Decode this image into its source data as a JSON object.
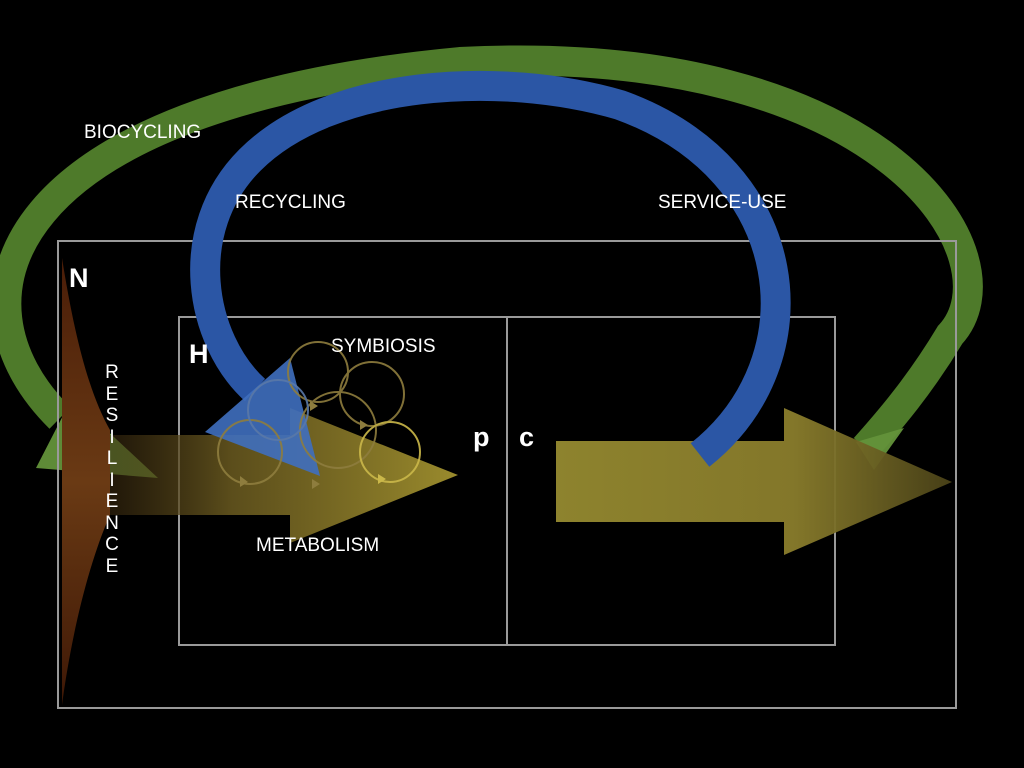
{
  "labels": {
    "biocycling": "BIOCYCLING",
    "recycling": "RECYCLING",
    "service_use": "SERVICE-USE",
    "symbiosis": "SYMBIOSIS",
    "metabolism": "METABOLISM",
    "n": "N",
    "h": "H",
    "p": "p",
    "c": "c",
    "resilience_letters": [
      "R",
      "E",
      "S",
      "I",
      "L",
      "I",
      "E",
      "N",
      "C",
      "E"
    ]
  },
  "colors": {
    "background": "#000000",
    "biocycling_green": "#4E7A2A",
    "recycling_blue": "#2B56A5",
    "flow_olive": "#9A8A30",
    "resilience_brown": "#5A2A10",
    "frame_gray": "#9A9A9A",
    "symbiosis_loop": "#8E7D3E"
  }
}
